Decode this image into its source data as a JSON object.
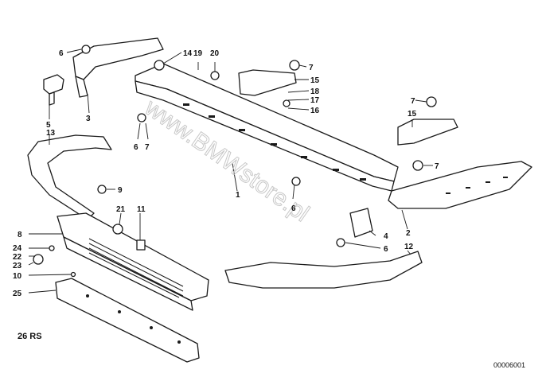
{
  "diagram": {
    "watermark": "www.BMWstore.pl",
    "document_number": "00006001",
    "legend": "26 RS",
    "callouts": [
      "1",
      "2",
      "3",
      "4",
      "5",
      "6",
      "6",
      "6",
      "6",
      "7",
      "7",
      "7",
      "7",
      "8",
      "9",
      "10",
      "11",
      "12",
      "13",
      "14",
      "15",
      "15",
      "16",
      "17",
      "18",
      "19",
      "20",
      "21",
      "22",
      "23",
      "24",
      "25"
    ]
  },
  "colors": {
    "line": "#1a1a1a",
    "background": "#ffffff",
    "watermark": "#c8c8c8"
  }
}
